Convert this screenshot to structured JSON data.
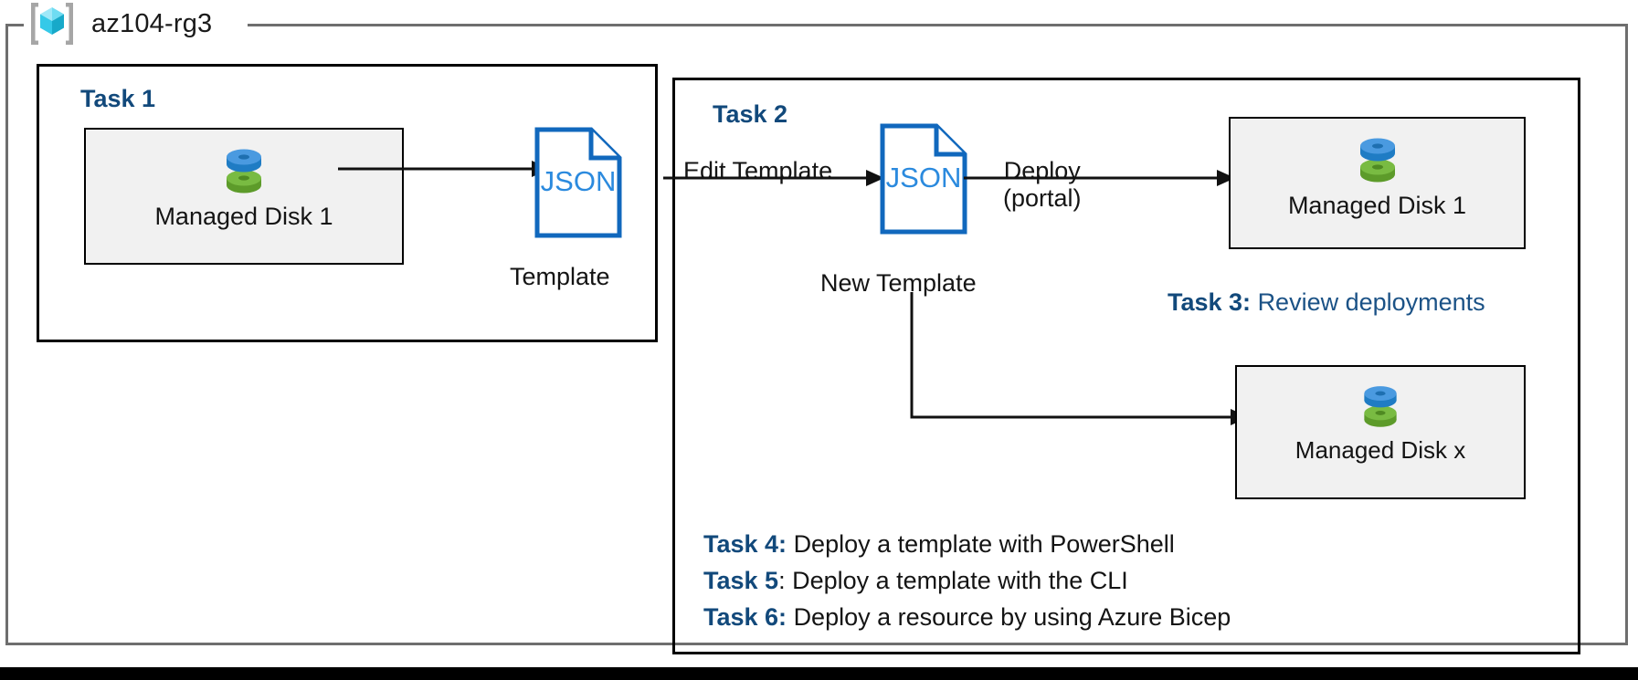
{
  "resource_group": {
    "name": "az104-rg3",
    "icon": "azure-resource-group-cube-icon"
  },
  "task1": {
    "heading": "Task 1",
    "disk_card": {
      "label": "Managed Disk 1",
      "icon": "managed-disk-icon"
    },
    "template_doc": {
      "icon_text": "JSON",
      "caption": "Template"
    }
  },
  "task2": {
    "heading": "Task 2",
    "edit_label": "Edit Template",
    "new_template_doc": {
      "icon_text": "JSON",
      "caption": "New Template"
    },
    "deploy_label_line1": "Deploy",
    "deploy_label_line2": "(portal)",
    "deployed_disk_1": {
      "label": "Managed Disk 1",
      "icon": "managed-disk-icon"
    },
    "deployed_disk_x": {
      "label": "Managed Disk x",
      "icon": "managed-disk-icon"
    }
  },
  "notes": {
    "task3": {
      "tag": "Task 3:",
      "desc": "Review deployments"
    },
    "task4": {
      "tag": "Task 4:",
      "desc": "Deploy a template with PowerShell"
    },
    "task5": {
      "tag": "Task 5",
      "colon": ":",
      "desc": "Deploy a template with the CLI"
    },
    "task6": {
      "tag": "Task 6:",
      "desc": "Deploy a resource by using Azure Bicep"
    }
  },
  "colors": {
    "heading_navy": "#12497b",
    "note_blue": "#1b5286",
    "json_blue": "#0f6cbd",
    "json_text_blue": "#2b8ade",
    "disk_blue": "#3f93dd",
    "disk_green": "#76b83f",
    "card_fill": "#f1f1f1",
    "container_border": "#6e6e6e",
    "box_border": "#000000"
  }
}
